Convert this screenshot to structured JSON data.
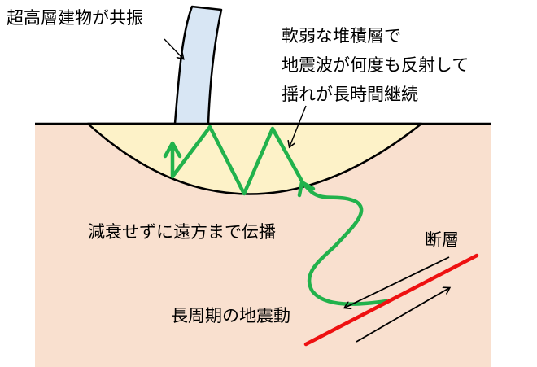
{
  "labels": {
    "building": "超高層建物が共振",
    "sediment_line1": "軟弱な堆積層で",
    "sediment_line2": "地震波が何度も反射して",
    "sediment_line3": "揺れが長時間継続",
    "propagation": "減衰せずに遠方まで伝播",
    "fault": "断層",
    "long_period": "長周期の地震動"
  },
  "colors": {
    "ground": "#f9e0cf",
    "sediment": "#fdf2c8",
    "building": "#d8e6f4",
    "wave": "#22b24c",
    "fault": "#ee1111",
    "outline": "#000000"
  }
}
